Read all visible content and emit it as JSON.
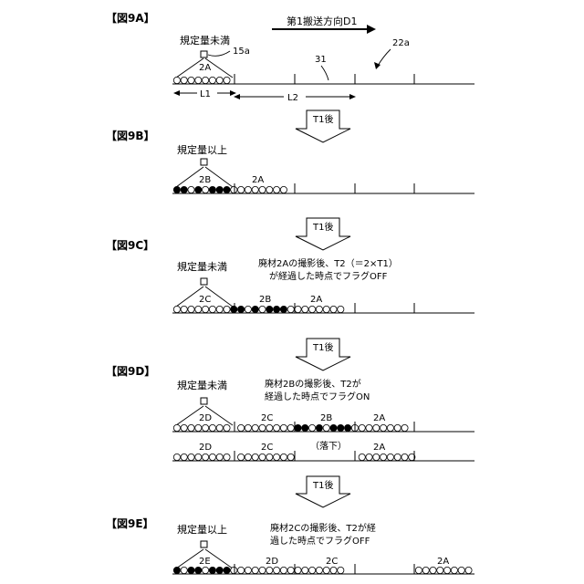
{
  "fig9A": {
    "heading": "【図9A】",
    "direction": "第1搬送方向D1",
    "status": "規定量未満",
    "ref_sensor": "15a",
    "ref_belt": "22a",
    "ref_mark": "31",
    "group": "2A",
    "dim1": "L1",
    "dim2": "L2"
  },
  "fig9B": {
    "heading": "【図9B】",
    "status": "規定量以上",
    "groups": [
      "2B",
      "2A"
    ]
  },
  "fig9C": {
    "heading": "【図9C】",
    "status": "規定量未満",
    "note1": "廃材2Aの撮影後、T2（＝2×T1）",
    "note2": "が経過した時点でフラグOFF",
    "groups": [
      "2C",
      "2B",
      "2A"
    ]
  },
  "fig9D": {
    "heading": "【図9D】",
    "status": "規定量未満",
    "note1": "廃材2Bの撮影後、T2が",
    "note2": "経過した時点でフラグON",
    "groups": [
      "2D",
      "2C",
      "2B",
      "2A"
    ],
    "lower_groups": [
      "2D",
      "2C",
      "2A"
    ],
    "drop": "（落下）"
  },
  "fig9E": {
    "heading": "【図9E】",
    "status": "規定量以上",
    "note1": "廃材2Cの撮影後、T2が経",
    "note2": "過した時点でフラグOFF",
    "groups": [
      "2E",
      "2D",
      "2C",
      "2A"
    ]
  },
  "step_label": "T1後"
}
